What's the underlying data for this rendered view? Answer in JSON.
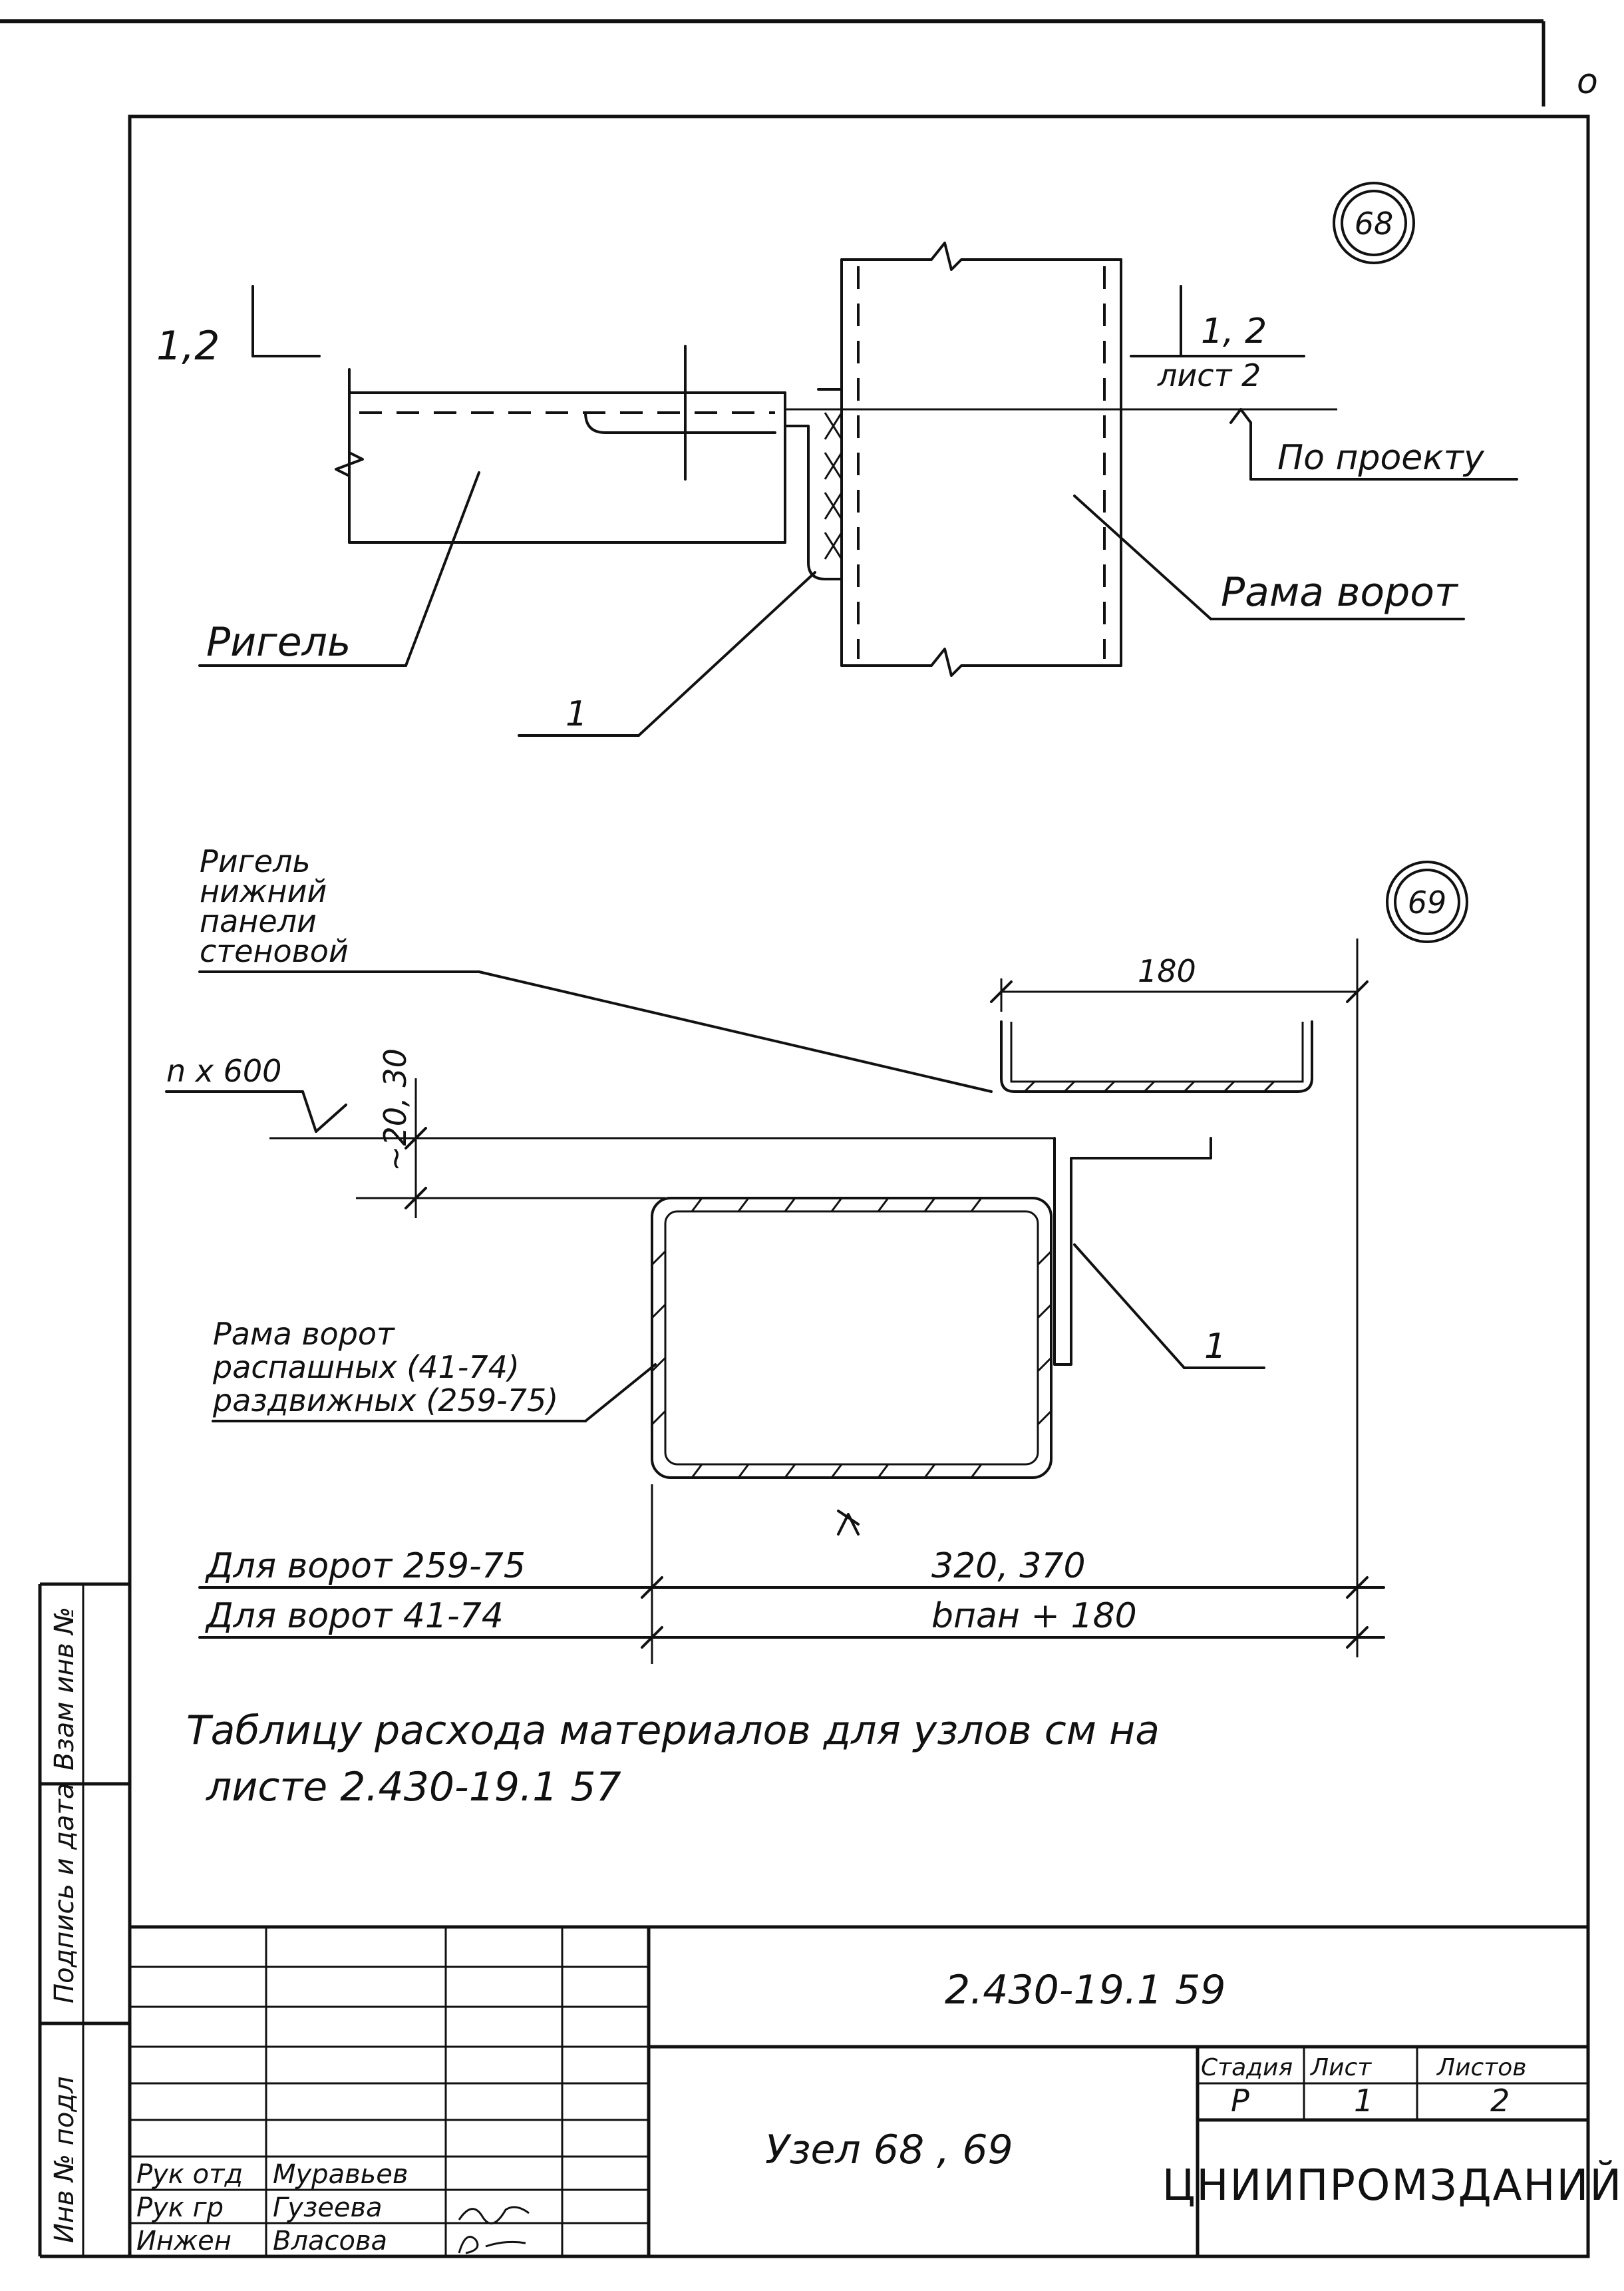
{
  "corner_mark": "o",
  "node68": {
    "number": "68",
    "section_left": "1,2",
    "section_right": "1, 2",
    "section_right_sheet": "лист 2",
    "elevation": "По проекту",
    "label_rigel": "Ригель",
    "label_frame": "Рама ворот",
    "label_item": "1"
  },
  "node69": {
    "number": "69",
    "label_rigel_lines": [
      "Ригель",
      "нижний",
      "панели",
      "стеновой"
    ],
    "dim_channel": "180",
    "dim_step": "n x 600",
    "dim_gap": "~20, 30",
    "label_frame_lines": [
      "Рама ворот",
      "распашных (41-74)",
      "раздвижных (259-75)"
    ],
    "label_item": "1",
    "row1_label": "Для ворот  259-75",
    "row1_value": "320, 370",
    "row2_label": "Для ворот   41-74",
    "row2_value": "bпан + 180"
  },
  "note_lines": [
    "Таблицу расхода материалов для узлов  см  на",
    "листе   2.430-19.1  57"
  ],
  "title_block": {
    "doc_code": "2.430-19.1 59",
    "title": "Узел 68 , 69",
    "stage_header": "Стадия",
    "sheet_header": "Лист",
    "sheets_header": "Листов",
    "stage": "Р",
    "sheet": "1",
    "sheets": "2",
    "org": "ЦНИИПРОМЗДАНИЙ",
    "rows": [
      {
        "role": "Рук отд",
        "name": "Муравьев"
      },
      {
        "role": "Рук гр",
        "name": "Гузеева"
      },
      {
        "role": "Инжен",
        "name": "Власова"
      }
    ]
  },
  "side_labels": [
    "Инв № подл",
    "Подпись и дата",
    "Взам инв №"
  ]
}
